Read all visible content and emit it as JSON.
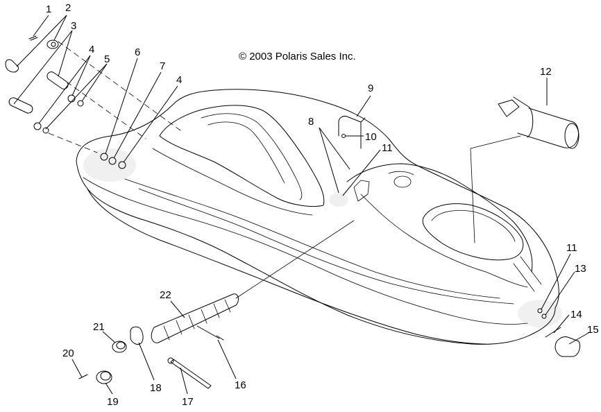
{
  "copyright": "© 2003 Polaris Sales Inc.",
  "callouts": [
    {
      "id": "c1",
      "label": "1"
    },
    {
      "id": "c2",
      "label": "2"
    },
    {
      "id": "c3",
      "label": "3"
    },
    {
      "id": "c4a",
      "label": "4"
    },
    {
      "id": "c5",
      "label": "5"
    },
    {
      "id": "c6",
      "label": "6"
    },
    {
      "id": "c7",
      "label": "7"
    },
    {
      "id": "c4b",
      "label": "4"
    },
    {
      "id": "c8",
      "label": "8"
    },
    {
      "id": "c9",
      "label": "9"
    },
    {
      "id": "c10",
      "label": "10"
    },
    {
      "id": "c11a",
      "label": "11"
    },
    {
      "id": "c12",
      "label": "12"
    },
    {
      "id": "c11b",
      "label": "11"
    },
    {
      "id": "c13",
      "label": "13"
    },
    {
      "id": "c14",
      "label": "14"
    },
    {
      "id": "c15",
      "label": "15"
    },
    {
      "id": "c16",
      "label": "16"
    },
    {
      "id": "c17",
      "label": "17"
    },
    {
      "id": "c18",
      "label": "18"
    },
    {
      "id": "c19",
      "label": "19"
    },
    {
      "id": "c20",
      "label": "20"
    },
    {
      "id": "c21",
      "label": "21"
    },
    {
      "id": "c22",
      "label": "22"
    }
  ]
}
